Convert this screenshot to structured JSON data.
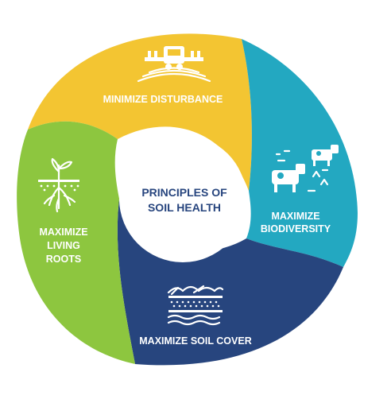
{
  "center": {
    "line1": "PRINCIPLES OF",
    "line2": "SOIL HEALTH"
  },
  "segments": [
    {
      "id": "minimize-disturbance",
      "lines": [
        "MINIMIZE DISTURBANCE"
      ],
      "color": "#f3c532",
      "icon": "tractor-tilling-icon"
    },
    {
      "id": "maximize-biodiversity",
      "lines": [
        "MAXIMIZE",
        "BIODIVERSITY"
      ],
      "color": "#23a8c1",
      "icon": "livestock-icon"
    },
    {
      "id": "maximize-soil-cover",
      "lines": [
        "MAXIMIZE SOIL COVER"
      ],
      "color": "#27457e",
      "icon": "soil-layers-icon"
    },
    {
      "id": "maximize-living-roots",
      "lines": [
        "MAXIMIZE",
        "LIVING",
        "ROOTS"
      ],
      "color": "#8dc63f",
      "icon": "plant-roots-icon"
    }
  ]
}
